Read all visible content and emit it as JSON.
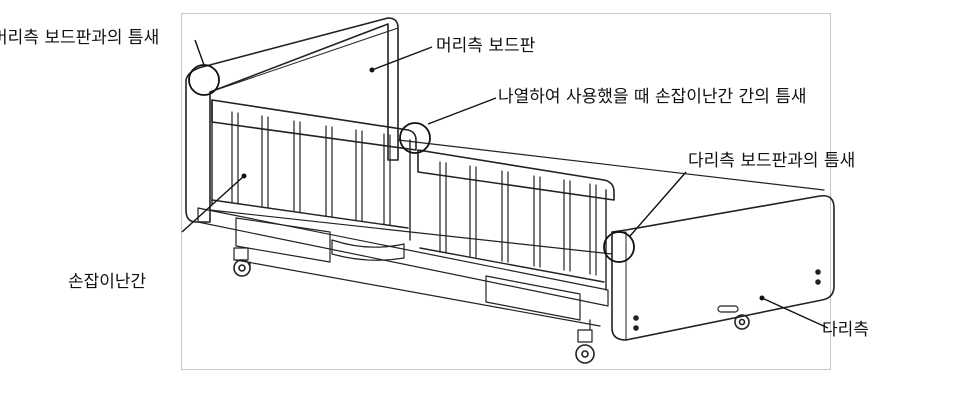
{
  "labels": {
    "headboard_gap": "머리측 보드판과의 틈새",
    "headboard": "머리측 보드판",
    "rail_gap": "나열하여 사용했을 때 손잡이난간 간의 틈새",
    "footboard_gap": "다리측 보드판과의 틈새",
    "side_rail": "손잡이난간",
    "foot_side": "다리측"
  }
}
